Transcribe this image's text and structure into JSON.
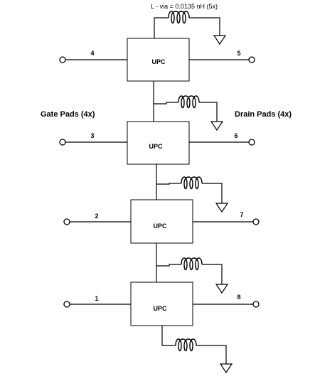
{
  "diagram": {
    "inductor_label": "L - via = 0.0135 nH (5x)",
    "gate_pads_label": "Gate Pads (4x)",
    "drain_pads_label": "Drain Pads (4x)",
    "stages": [
      {
        "box_label": "UPC",
        "gate_pin": "4",
        "drain_pin": "5"
      },
      {
        "box_label": "UPC",
        "gate_pin": "3",
        "drain_pin": "6"
      },
      {
        "box_label": "UPC",
        "gate_pin": "2",
        "drain_pin": "7"
      },
      {
        "box_label": "UPC",
        "gate_pin": "1",
        "drain_pin": "8"
      }
    ]
  }
}
